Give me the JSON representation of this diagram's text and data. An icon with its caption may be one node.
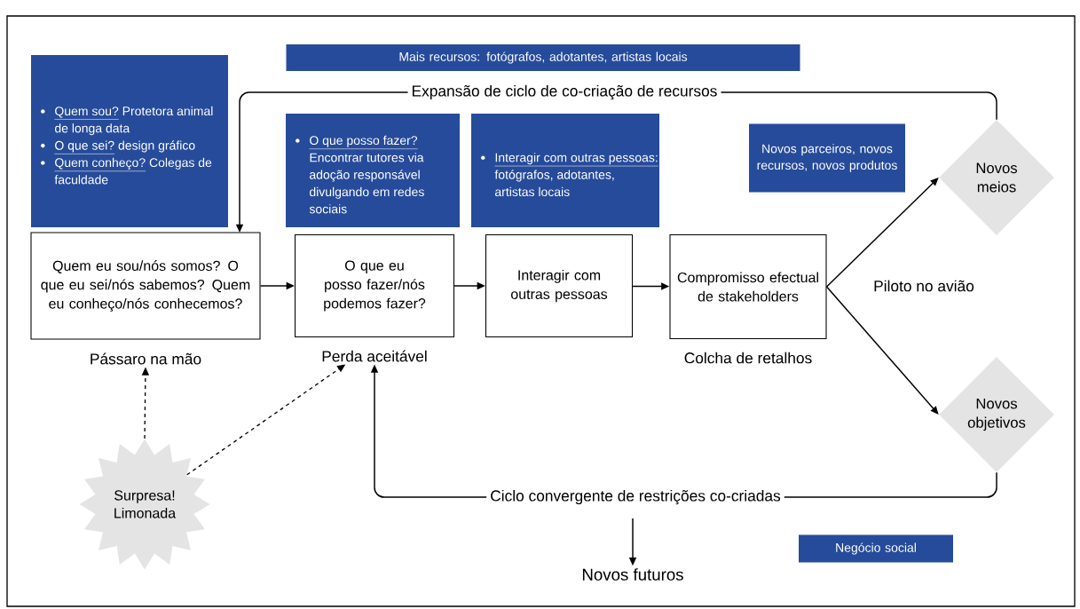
{
  "diagram": {
    "nodes": [
      {
        "text": [
          "Quem eu sou/nós somos? O que eu sei/nós sabemos? Quem eu conheço/nós conhecemos?"
        ],
        "beside": [
          "Pássaro na mão"
        ]
      },
      {
        "text": [
          "O que eu posso fazer/nós podemos fazer?"
        ],
        "beside": [
          "Perda aceitável"
        ]
      },
      {
        "text": [
          "Interagir com outras pessoas"
        ]
      },
      {
        "text": [
          "Compromisso efectual de stakeholders"
        ],
        "beside": [
          "Colcha de retalhos"
        ]
      },
      {
        "text": [
          "Novos meios"
        ]
      },
      {
        "text": [
          "Novos objetivos"
        ]
      },
      {
        "text": [
          "Surpresa! Limonada"
        ]
      },
      {
        "text": [
          "Novos futuros"
        ]
      },
      {
        "text": [
          "Mais recursos: fotógrafos, adotantes, artistas locais"
        ]
      },
      {
        "text": [
          "Quem sou?",
          "Protetora animal de longa data",
          "O que sei?",
          "design gráfico",
          "Quem conheço?",
          "Colegas de faculdade"
        ]
      },
      {
        "text": [
          "O que posso fazer?",
          "Encontrar tutores via adoção responsável divulgando em redes sociais"
        ]
      },
      {
        "text": [
          "Interagir com outras pessoas:",
          "fotógrafos, adotantes, artistas locais"
        ]
      },
      {
        "text": [
          "Novos parceiros, novos recursos, novos produtos"
        ]
      },
      {
        "text": [
          "Negócio social"
        ]
      }
    ],
    "edges": [
      {
        "from": 0,
        "to": 1,
        "arrow": "to"
      },
      {
        "from": 1,
        "to": 2,
        "arrow": "to"
      },
      {
        "from": 2,
        "to": 3,
        "arrow": "to"
      },
      {
        "from": 3,
        "to": 4,
        "arrow": "to"
      },
      {
        "from": 3,
        "to": 5,
        "arrow": "to"
      },
      {
        "from": 4,
        "to": 0,
        "arrow": "to",
        "label": "Expansão de ciclo de co-criação de recursos"
      },
      {
        "from": 5,
        "to": 1,
        "arrow": "to",
        "label": "Ciclo convergente de restrições co-criadas"
      },
      {
        "from": 6,
        "to": 0,
        "arrow": "to",
        "style": "dashed"
      },
      {
        "from": 6,
        "to": 1,
        "arrow": "to",
        "style": "dashed"
      },
      {
        "from": null,
        "to": 7,
        "arrow": "to"
      }
    ],
    "labels": [
      "Piloto no avião"
    ]
  }
}
